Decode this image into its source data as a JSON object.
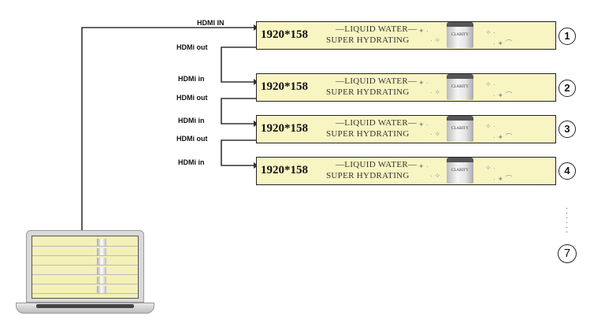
{
  "ports": {
    "first_in": "HDMI  IN",
    "out": "HDMi  out",
    "in": "HDMi  in"
  },
  "panel": {
    "resolution": "1920*158",
    "tagline_top": "—LIQUID WATER—",
    "tagline_bottom": "SUPER HYDRATING",
    "brand": "CLARITY"
  },
  "panels": [
    {
      "number": "1"
    },
    {
      "number": "2"
    },
    {
      "number": "3"
    },
    {
      "number": "4"
    }
  ],
  "last_number": "7",
  "colors": {
    "panel_bg": "#f8f5c2",
    "wire": "#333333"
  },
  "icons": {
    "source": "laptop-icon",
    "continuation": "vertical-ellipsis-icon"
  }
}
